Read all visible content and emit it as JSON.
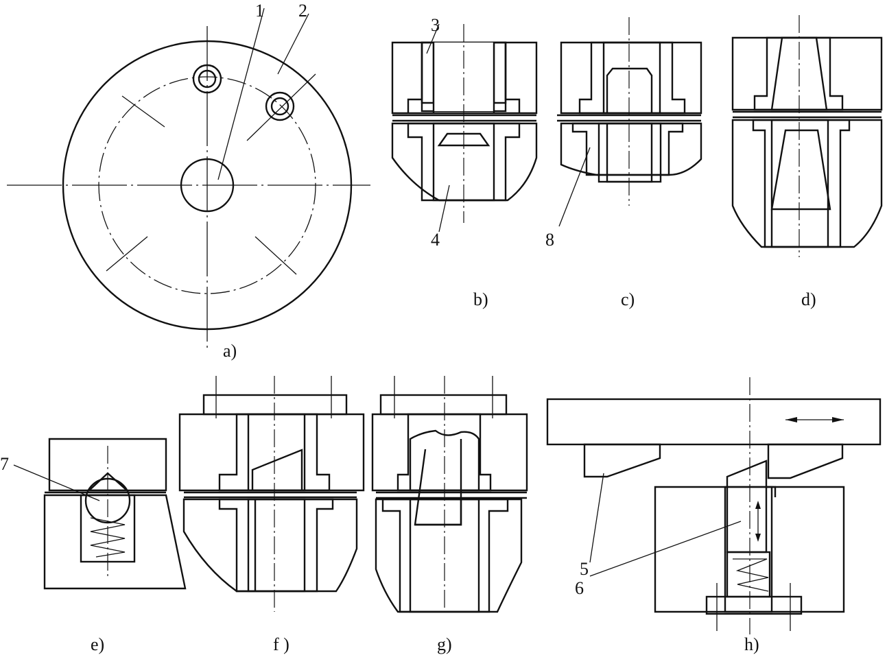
{
  "labels": {
    "n1": "1",
    "n2": "2",
    "n3": "3",
    "n4": "4",
    "n5": "5",
    "n6": "6",
    "n7": "7",
    "n8": "8",
    "a": "a)",
    "b": "b)",
    "c": "c)",
    "d": "d)",
    "e": "e)",
    "f": "f )",
    "g": "g)",
    "h": "h)"
  },
  "style": {
    "line_color": "#111111",
    "background": "#ffffff"
  }
}
